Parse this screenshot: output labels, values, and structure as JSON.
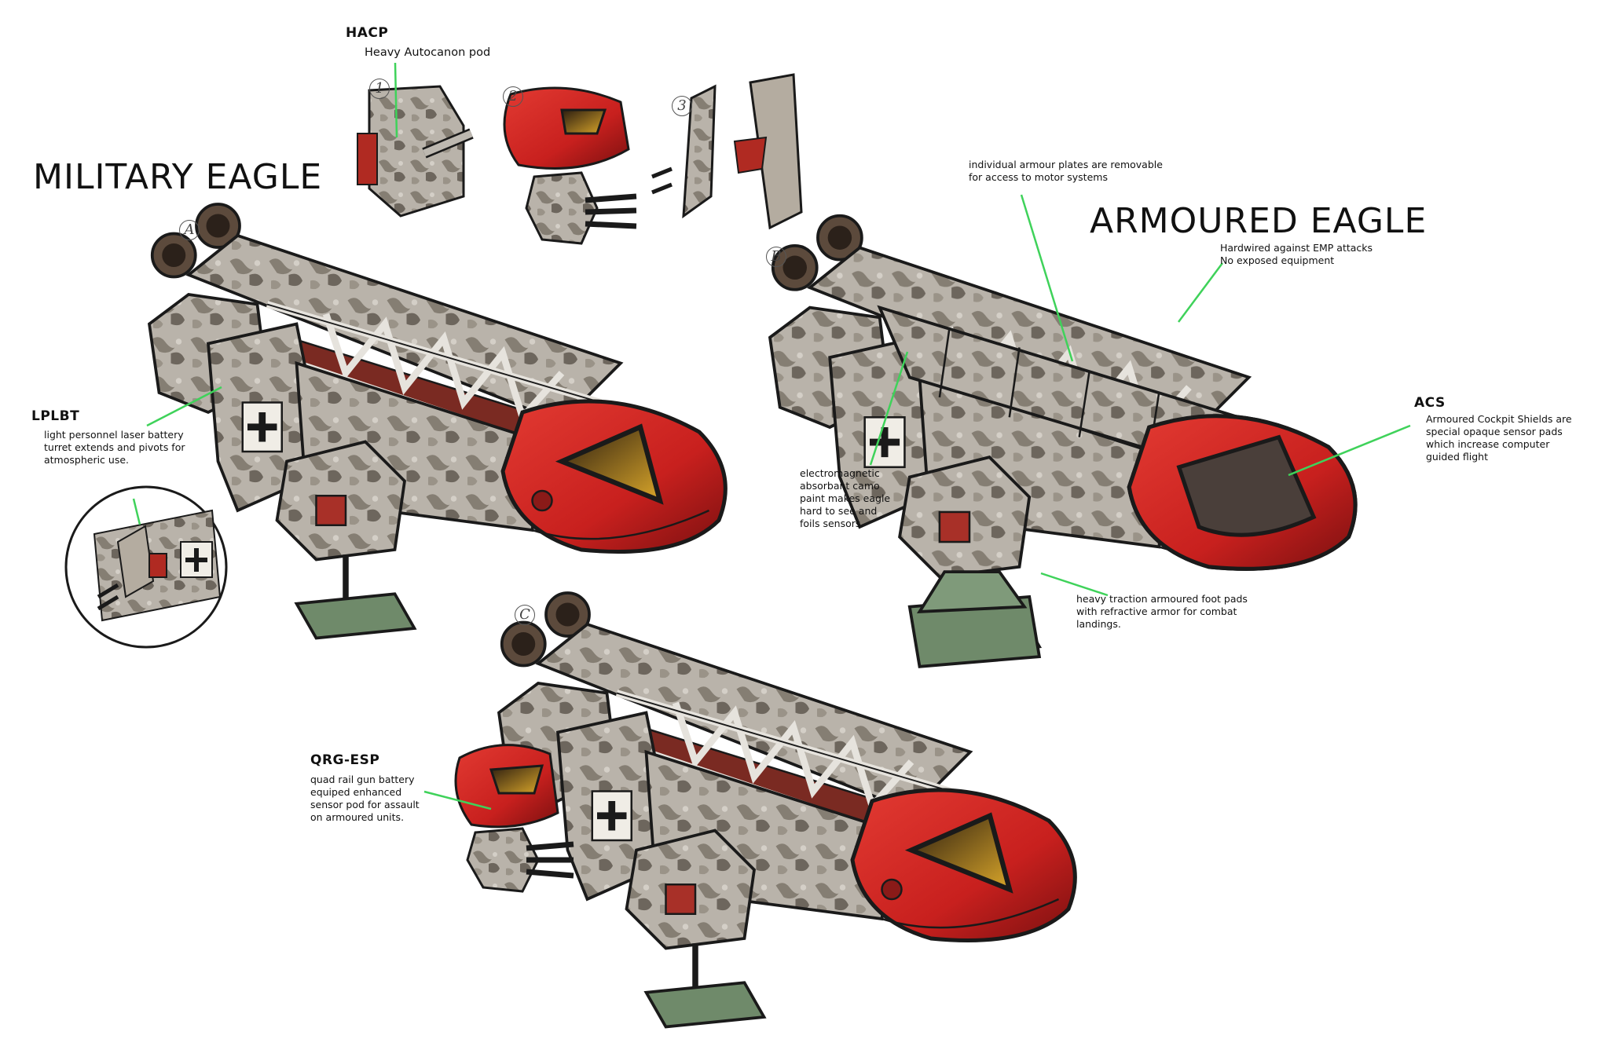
{
  "titles": {
    "military": "MILITARY EAGLE",
    "armoured": "ARMOURED EAGLE"
  },
  "hacp": {
    "label": "HACP",
    "note": "Heavy Autocanon pod",
    "sketch_marks": [
      "1",
      "2",
      "3"
    ]
  },
  "lplbt": {
    "label": "LPLBT",
    "note": "light personnel laser battery\nturret extends and pivots for\n  atmospheric use."
  },
  "variant_marks": {
    "a": "A",
    "b": "B",
    "c": "C"
  },
  "armoured_notes": {
    "plates": "individual armour plates are removable\nfor access to motor systems",
    "emp": "Hardwired against EMP attacks\nNo exposed equipment",
    "camo": "electromagnetic\nabsorbant camo\npaint makes eagle\nhard to see and\nfoils sensors.",
    "footpads": "heavy traction armoured foot pads\nwith refractive armor for combat\nlandings."
  },
  "acs": {
    "label": "ACS",
    "note": "Armoured Cockpit Shields are\nspecial opaque sensor pads\nwhich increase computer\nguided flight"
  },
  "qrg": {
    "label": "QRG-ESP",
    "note": "quad rail gun battery\nequiped enhanced\nsensor pod for assault\non armoured units."
  },
  "colors": {
    "callout": "#3fd25a",
    "hull_red": "#c8201e",
    "hull_dark_red": "#7a1010",
    "camo_light": "#b9b3aa",
    "camo_dark": "#6d665d",
    "window": "#d9a62a",
    "foot_green": "#6f8a6a",
    "ink": "#1a1a1a"
  }
}
